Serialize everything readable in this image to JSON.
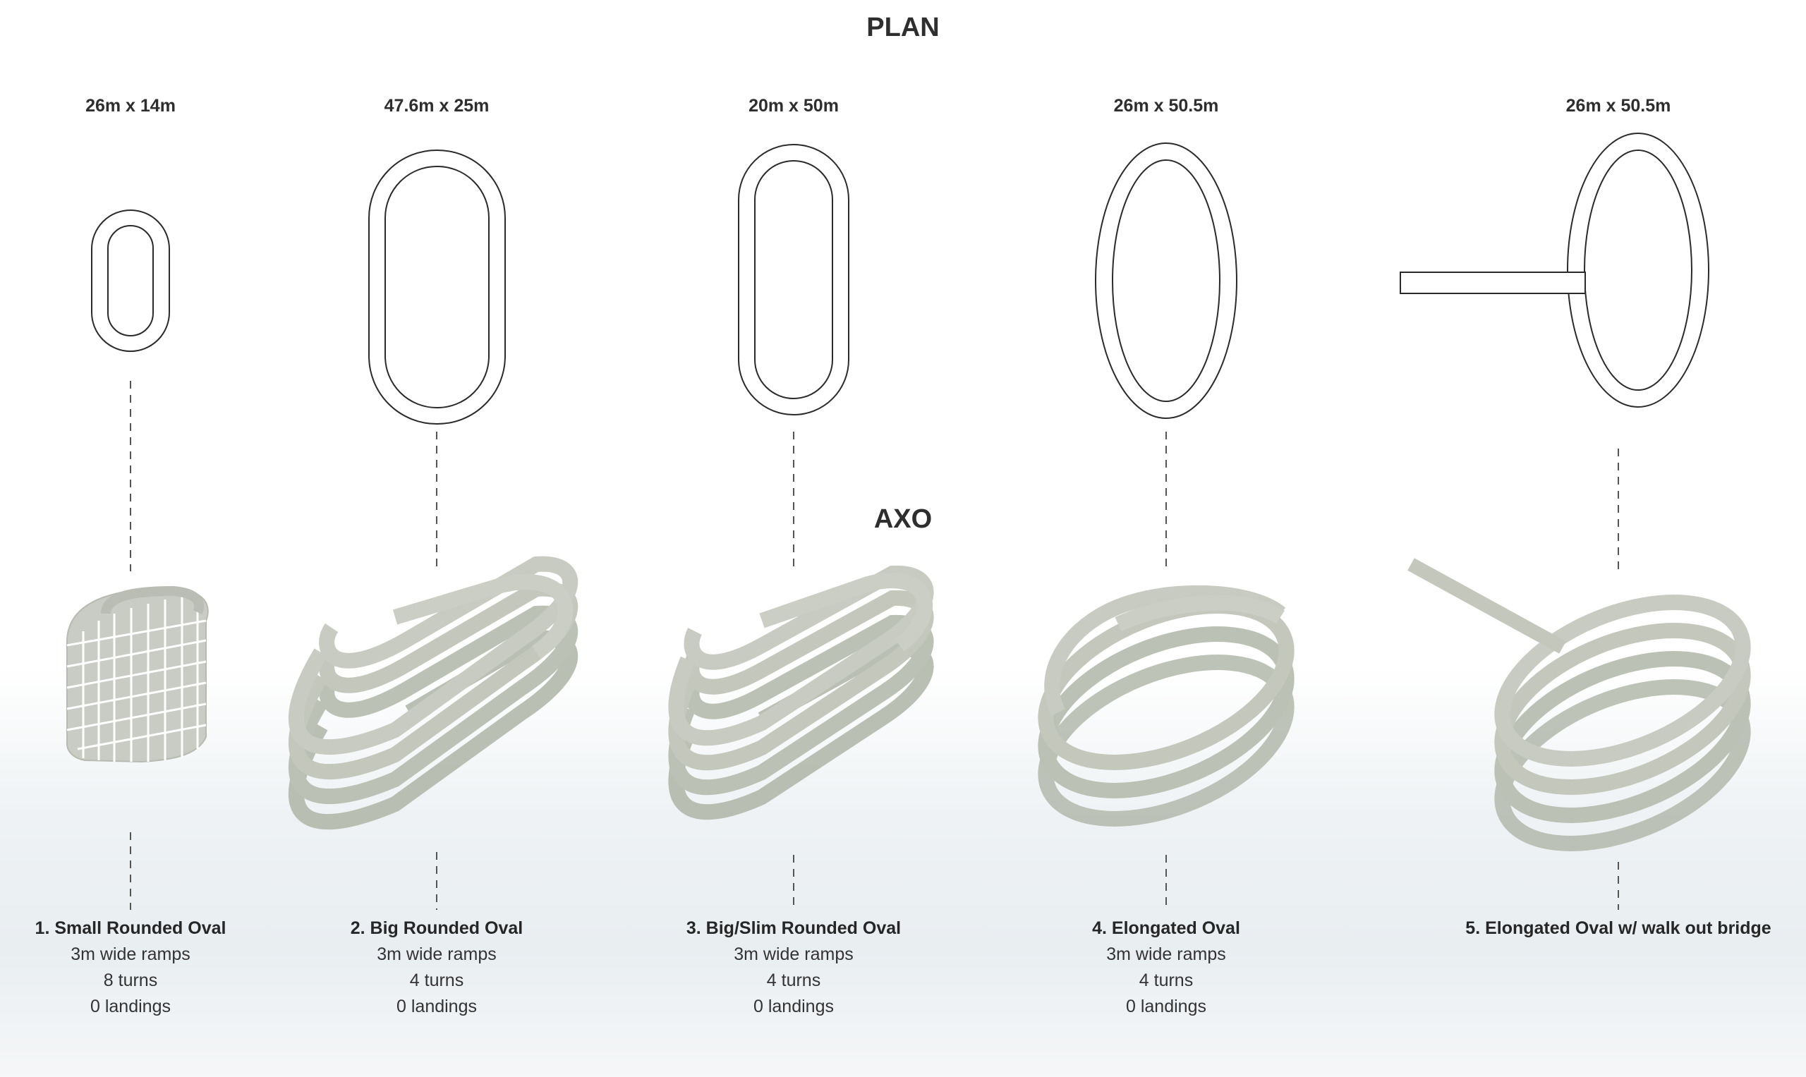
{
  "headings": {
    "plan": "PLAN",
    "axo": "AXO"
  },
  "colors": {
    "ramp": "#c3c7bc",
    "ramp_dark": "#b2b8ab",
    "outline": "#2b2b2b",
    "dash": "#555555"
  },
  "columns": [
    {
      "dimension": "26m x 14m",
      "title": "1. Small Rounded Oval",
      "details": [
        "3m wide ramps",
        "8 turns",
        "0 landings"
      ]
    },
    {
      "dimension": "47.6m x 25m",
      "title": "2. Big Rounded Oval",
      "details": [
        "3m wide ramps",
        "4 turns",
        "0 landings"
      ]
    },
    {
      "dimension": "20m x 50m",
      "title": "3. Big/Slim Rounded Oval",
      "details": [
        "3m wide ramps",
        "4 turns",
        "0 landings"
      ]
    },
    {
      "dimension": "26m x 50.5m",
      "title": "4. Elongated Oval",
      "details": [
        "3m wide ramps",
        "4 turns",
        "0 landings"
      ]
    },
    {
      "dimension": "26m x 50.5m",
      "title": "5. Elongated Oval w/ walk out bridge",
      "details": []
    }
  ]
}
